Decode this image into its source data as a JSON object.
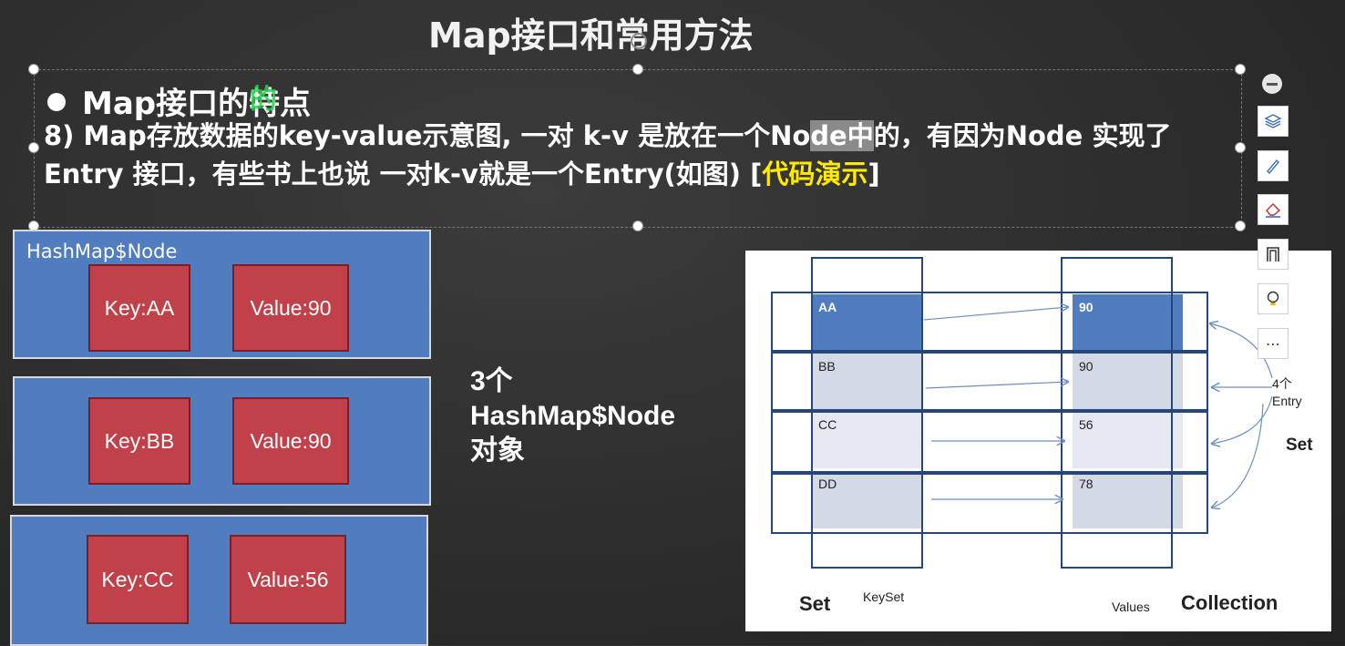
{
  "slide": {
    "title": "Map接口和常用方法",
    "bullet_prefix": "Map接口的",
    "bullet_overlay": "的",
    "bullet_suffix": "特点",
    "para": {
      "part1": "8) Map存放数据的key-value示意图, 一对 k-v 是放在一个No",
      "hl1": "de中",
      "part2": "的，有因为Node 实现了  Entry 接口，有些书上也说 一对k-v就是一个Entry(如图) [",
      "hl2": "代码演示",
      "part3": "]"
    }
  },
  "nodes": {
    "title": "HashMap$Node",
    "items": [
      {
        "key": "Key:AA",
        "value": "Value:90"
      },
      {
        "key": "Key:BB",
        "value": "Value:90"
      },
      {
        "key": "Key:CC",
        "value": "Value:56"
      }
    ]
  },
  "count_label": {
    "line1": "3个",
    "line2": "HashMap$Node",
    "line3": "对象"
  },
  "diagram": {
    "keys": [
      "AA",
      "BB",
      "CC",
      "DD"
    ],
    "values": [
      "90",
      "90",
      "56",
      "78"
    ],
    "entry_label_1": "4个",
    "entry_label_2": "Entry",
    "set_right": "Set",
    "set_left": "Set",
    "keyset": "KeySet",
    "values_label": "Values",
    "collection": "Collection",
    "colors": {
      "selected": "#4f7dc0",
      "row": "#d4d9e6",
      "row_light": "#e6e8f1",
      "line": "#26457a",
      "arrow": "#6b8fc4"
    }
  },
  "toolbar": {
    "items": [
      "collapse-icon",
      "layers-icon",
      "pen-icon",
      "eraser-icon",
      "bookmark-icon",
      "lightbulb-icon",
      "more-icon"
    ],
    "more": "⋯"
  }
}
